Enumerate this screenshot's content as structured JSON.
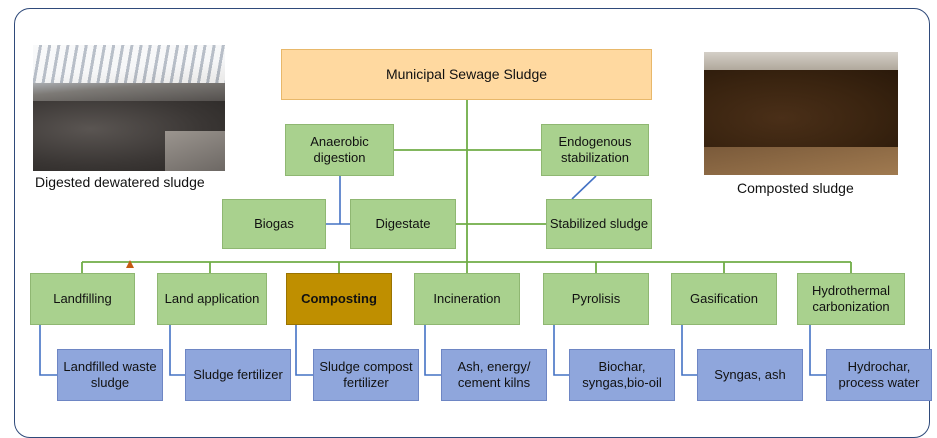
{
  "diagram": {
    "root": "Municipal Sewage Sludge",
    "level2": {
      "anaerobic": "Anaerobic digestion",
      "endogenous": "Endogenous stabilization",
      "biogas": "Biogas",
      "digestate": "Digestate",
      "stabilized": "Stabilized sludge"
    },
    "routes": [
      {
        "label": "Landfilling",
        "product": "Landfilled waste sludge"
      },
      {
        "label": "Land application",
        "product": "Sludge fertilizer"
      },
      {
        "label": "Composting",
        "product": "Sludge compost fertilizer"
      },
      {
        "label": "Incineration",
        "product": "Ash, energy/ cement kilns"
      },
      {
        "label": "Pyrolisis",
        "product": "Biochar, syngas,bio-oil"
      },
      {
        "label": "Gasification",
        "product": "Syngas, ash"
      },
      {
        "label": "Hydrothermal carbonization",
        "product": "Hydrochar, process water"
      }
    ],
    "highlighted_route": "Composting"
  },
  "photos": {
    "left_caption": "Digested dewatered sludge",
    "right_caption": "Composted sludge"
  },
  "colors": {
    "root_fill": "#ffd9a0",
    "process_fill": "#a9d18e",
    "product_fill": "#8fa6dc",
    "highlight_fill": "#bf8f00",
    "connector_green": "#70ad47",
    "connector_blue": "#4472c4",
    "arrow_orange": "#c55a11"
  }
}
